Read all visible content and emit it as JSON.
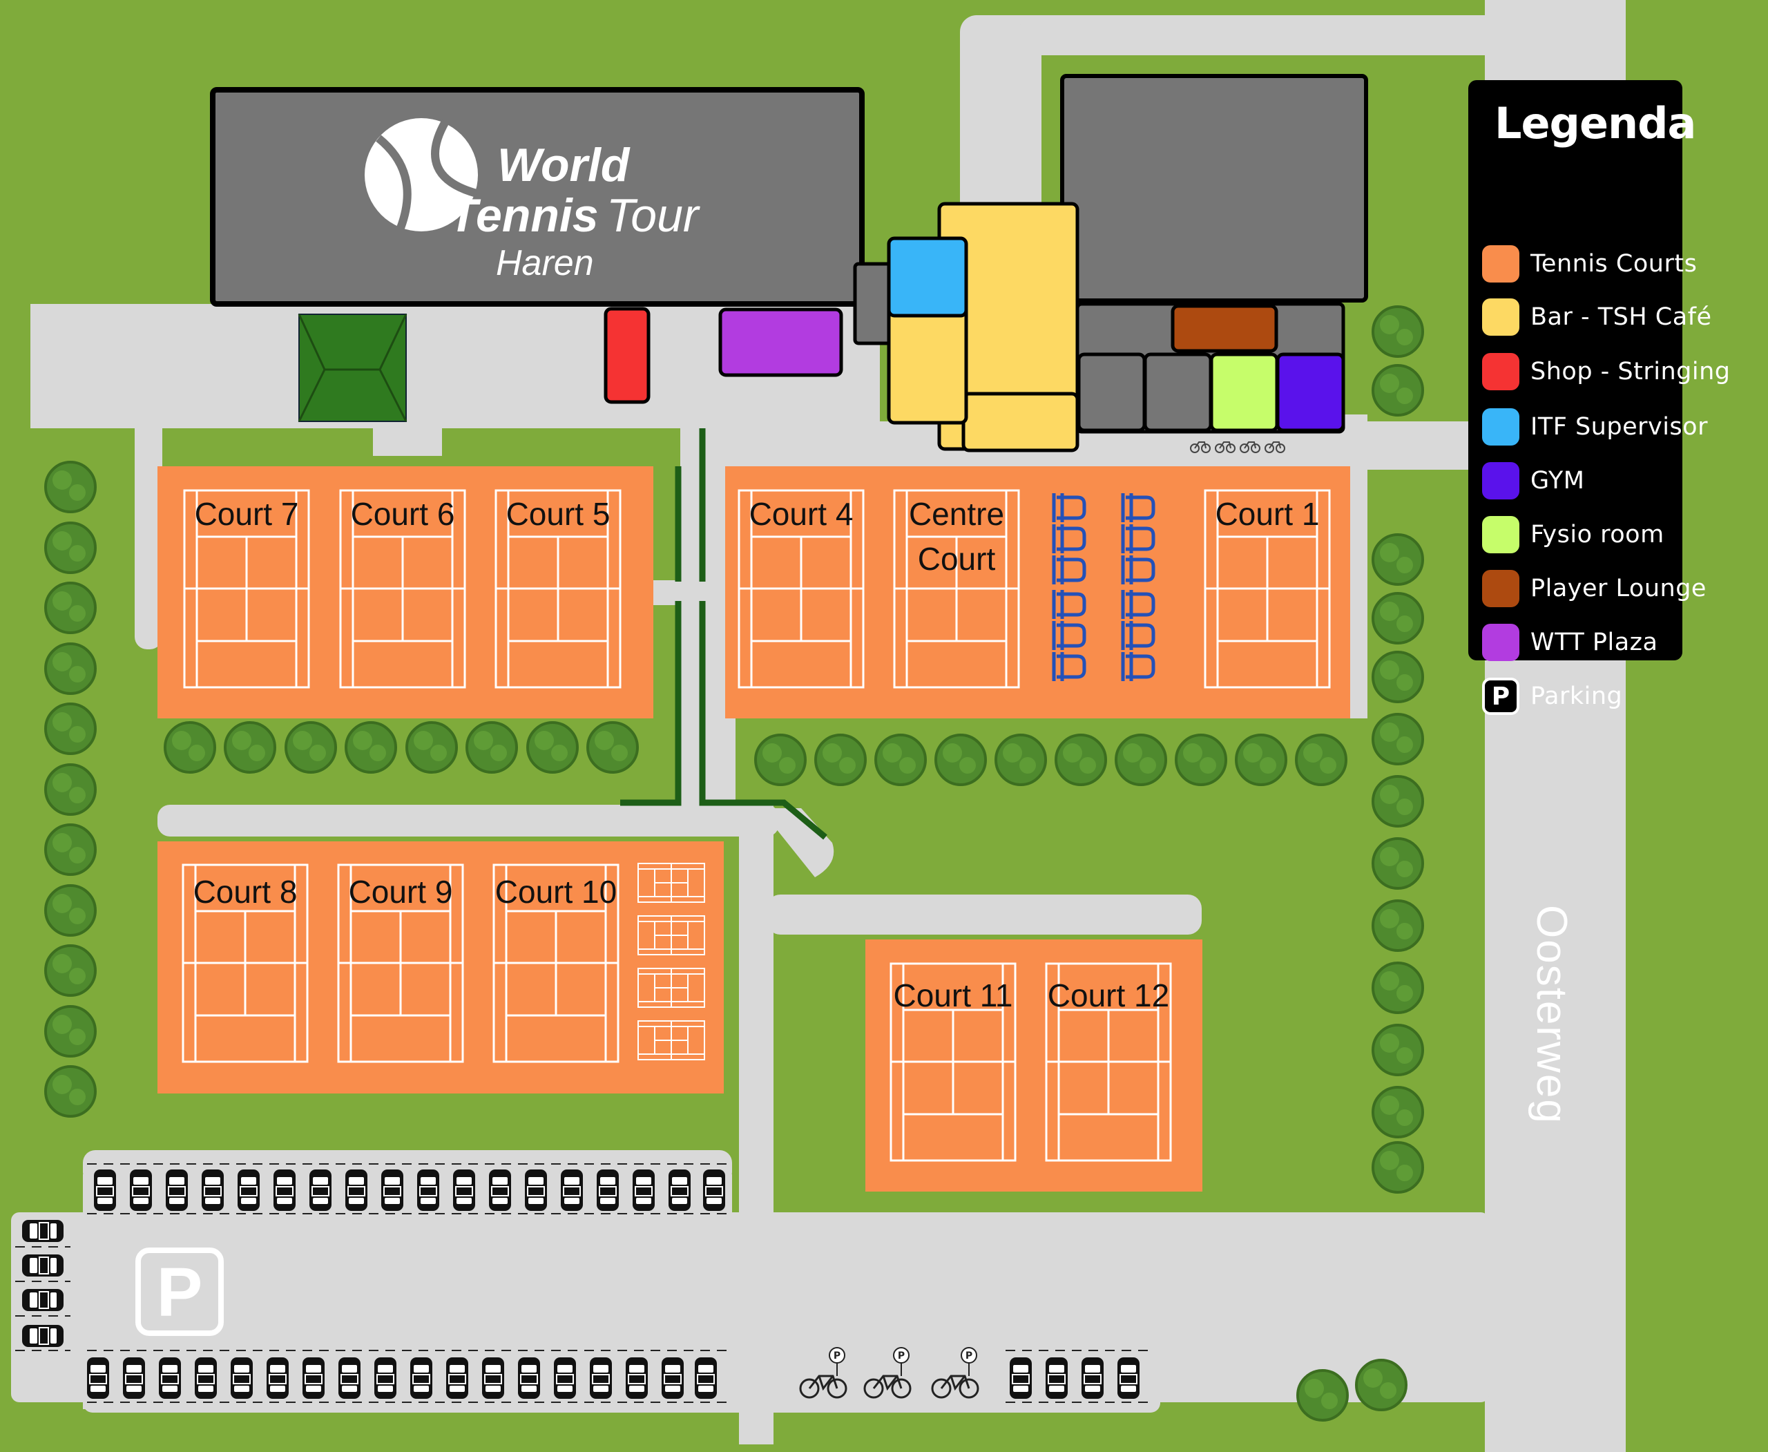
{
  "venue": {
    "logo_line1": "World",
    "logo_line2_bold": "Tennis",
    "logo_line2_light": "Tour",
    "logo_line3": "Haren"
  },
  "courts": [
    {
      "id": "court-7",
      "label": "Court 7"
    },
    {
      "id": "court-6",
      "label": "Court 6"
    },
    {
      "id": "court-5",
      "label": "Court 5"
    },
    {
      "id": "court-4",
      "label": "Court 4"
    },
    {
      "id": "centre-court",
      "label": "Centre Court",
      "line1": "Centre",
      "line2": "Court"
    },
    {
      "id": "court-1",
      "label": "Court 1"
    },
    {
      "id": "court-8",
      "label": "Court 8"
    },
    {
      "id": "court-9",
      "label": "Court 9"
    },
    {
      "id": "court-10",
      "label": "Court 10"
    },
    {
      "id": "court-11",
      "label": "Court 11"
    },
    {
      "id": "court-12",
      "label": "Court 12"
    }
  ],
  "street": {
    "name": "Oosterweg"
  },
  "parking": {
    "symbol": "P"
  },
  "legend": {
    "title": "Legenda",
    "items": [
      {
        "label": "Tennis Courts",
        "color": "#f98d4c"
      },
      {
        "label": "Bar - TSH Café",
        "color": "#fdd963"
      },
      {
        "label": "Shop - Stringing",
        "color": "#f53333"
      },
      {
        "label": "ITF Supervisor",
        "color": "#39b5f8"
      },
      {
        "label": "GYM",
        "color": "#5a12eb"
      },
      {
        "label": "Fysio room",
        "color": "#c6fd6a"
      },
      {
        "label": "Player Lounge",
        "color": "#ad4a10"
      },
      {
        "label": "WTT Plaza",
        "color": "#b23ce0"
      },
      {
        "label": "Parking",
        "color": "#000000",
        "icon": "P"
      }
    ]
  },
  "colors": {
    "grass": "#7fab3b",
    "path": "#d9d9d9",
    "building": "#767676",
    "court": "#f98d4c",
    "tree": "#4f8a2e",
    "seating": "#2451b8"
  }
}
